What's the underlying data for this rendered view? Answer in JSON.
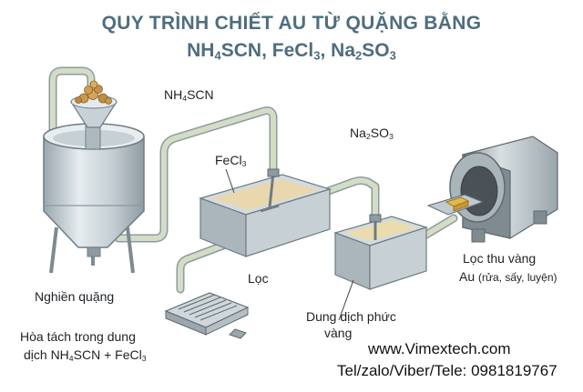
{
  "title": {
    "line1": "QUY TRÌNH CHIẾT AU TỪ QUẶNG BẰNG",
    "line2_parts": [
      "NH",
      "4",
      "SCN, FeCl",
      "3",
      ", Na",
      "2",
      "SO",
      "3"
    ]
  },
  "labels": {
    "nh4scn": [
      "NH",
      "4",
      "SCN"
    ],
    "fecl3": [
      "FeCl",
      "3"
    ],
    "na2so3": [
      "Na",
      "2",
      "SO",
      "3"
    ],
    "grinding": "Nghiền quặng",
    "filter": "Lọc",
    "leach_line1": "Hòa tách trong dung",
    "leach_line2": [
      "dịch NH",
      "4",
      "SCN + FeCl",
      "3"
    ],
    "solution_line1": "Dung dịch phức",
    "solution_line2": "vàng",
    "gold_line1": "Lọc thu vàng",
    "gold_au": "Au",
    "gold_note": "(rửa, sấy, luyện)"
  },
  "contact": {
    "website": "www.Vimextech.com",
    "phone": "Tel/zalo/Viber/Tele: 0981819767"
  },
  "colors": {
    "title": "#4f6d7e",
    "steel_light": "#dfe6ea",
    "steel_mid": "#b9c4ca",
    "steel_dark": "#8c9aa2",
    "pipe": "#c9d5b8",
    "liquid": "#e9d8ae",
    "ore": "#c99a4c",
    "gold": "#e3b84b"
  }
}
